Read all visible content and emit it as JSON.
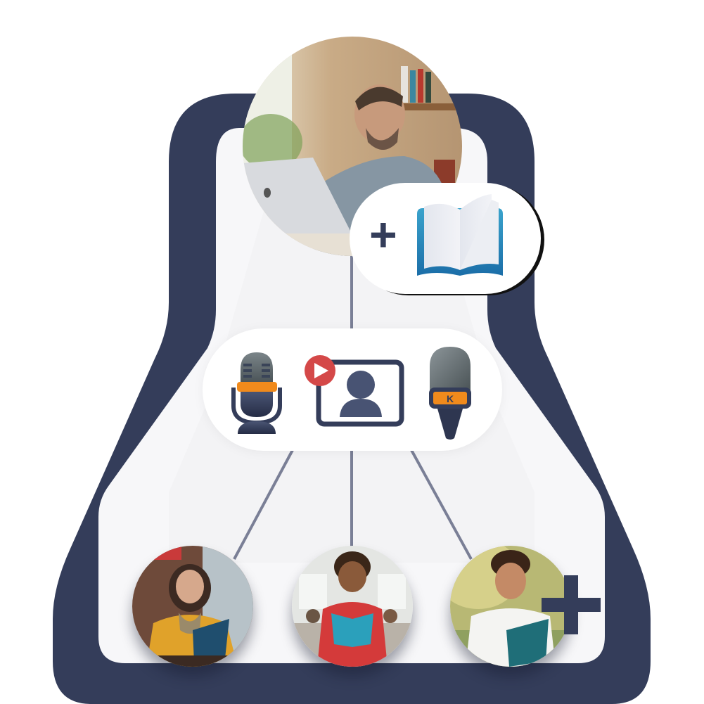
{
  "diagram": {
    "title": "",
    "colors": {
      "navy": "#343d5a",
      "inner_fill": "#f7f7f9",
      "connector": "#7a7f96",
      "book_blue": "#2b8fc2",
      "orange": "#f08a1c",
      "red_play": "#d44848",
      "icon_dark": "#384260",
      "mic_grey": "#6e777c"
    },
    "top_node": {
      "photo": "man-smiling-at-laptop",
      "badge": {
        "plus_symbol": "+",
        "icon": "open-book-icon"
      }
    },
    "media_node": {
      "icons": [
        {
          "name": "podcast-microphone-icon"
        },
        {
          "name": "video-call-icon",
          "badge": "play-icon"
        },
        {
          "name": "reporter-microphone-icon"
        }
      ]
    },
    "bottom_nodes": [
      {
        "photo": "woman-in-yellow-coat-reading"
      },
      {
        "photo": "child-in-red-hoodie-reading"
      },
      {
        "photo": "teen-in-white-shirt-reading"
      }
    ],
    "more_symbol": "+"
  }
}
